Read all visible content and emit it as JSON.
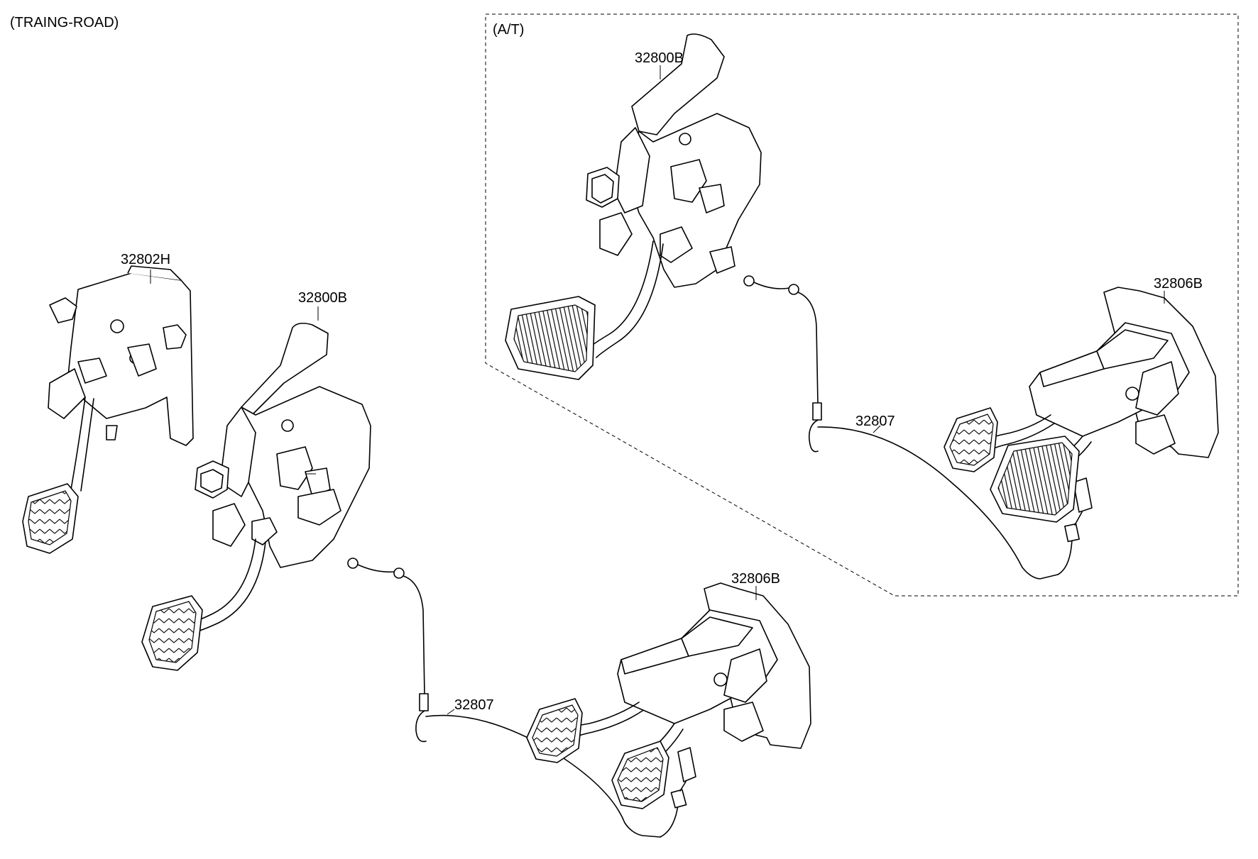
{
  "headers": {
    "main": "(TRAING-ROAD)",
    "at_section": "(A/T)"
  },
  "labels": {
    "mt_clutch_pedal": "32802H",
    "mt_brake_pedal": "32800B",
    "mt_accel_assembly": "32806B",
    "mt_cable": "32807",
    "at_brake_pedal": "32800B",
    "at_accel_assembly": "32806B",
    "at_cable": "32807"
  }
}
